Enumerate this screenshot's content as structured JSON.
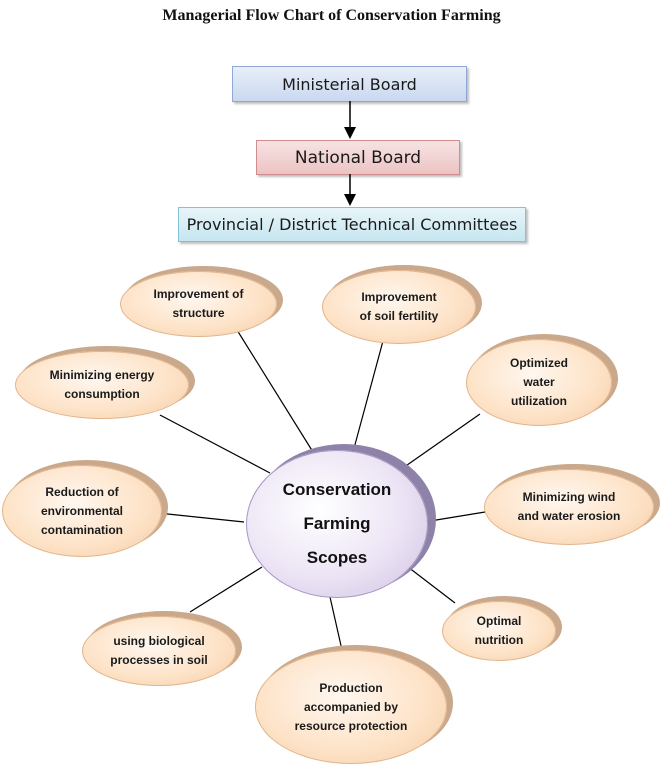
{
  "title": "Managerial Flow Chart of Conservation Farming",
  "boards": {
    "ministerial": "Ministerial Board",
    "national": "National Board",
    "provincial": "Provincial / District Technical Committees"
  },
  "center": {
    "line1": "Conservation",
    "line2": "Farming",
    "line3": "Scopes"
  },
  "scopes": {
    "structure": [
      "Improvement of",
      "structure"
    ],
    "soil_fertility": [
      "Improvement",
      "of soil fertility"
    ],
    "energy": [
      "Minimizing energy",
      "consumption"
    ],
    "water_utilization": [
      "Optimized",
      "water",
      "utilization"
    ],
    "contamination": [
      "Reduction of",
      "environmental",
      "contamination"
    ],
    "erosion": [
      "Minimizing wind",
      "and water erosion"
    ],
    "biological": [
      "using biological",
      "processes in soil"
    ],
    "nutrition": [
      "Optimal",
      "nutrition"
    ],
    "production": [
      "Production",
      "accompanied by",
      "resource protection"
    ]
  }
}
